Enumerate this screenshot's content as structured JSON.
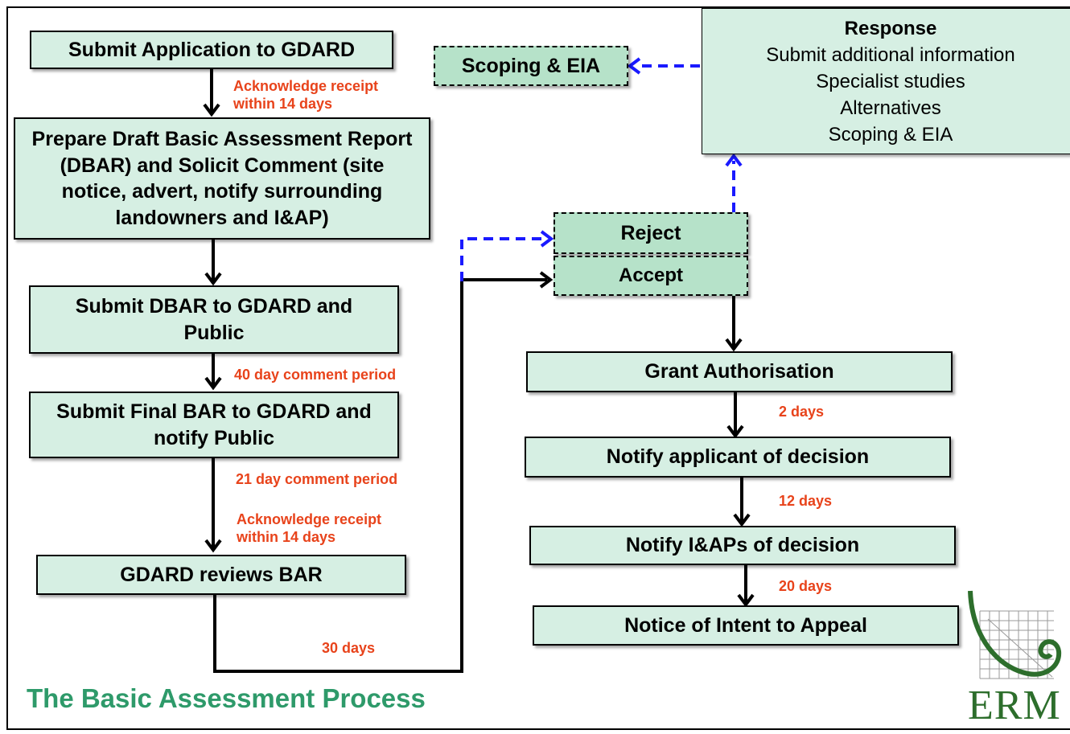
{
  "boxes": {
    "submit_application": "Submit Application to GDARD",
    "prepare_dbar": "Prepare Draft Basic Assessment Report (DBAR)  and Solicit Comment (site notice, advert, notify surrounding landowners and I&AP)",
    "submit_dbar": "Submit DBAR to GDARD and Public",
    "submit_final_bar": "Submit Final BAR to GDARD and notify Public",
    "gdard_reviews": "GDARD reviews BAR",
    "scoping_eia": "Scoping & EIA",
    "reject": "Reject",
    "accept": "Accept",
    "grant_authorisation": "Grant Authorisation",
    "notify_applicant": "Notify applicant of decision",
    "notify_iaps": "Notify I&APs of decision",
    "notice_appeal": "Notice of Intent to Appeal"
  },
  "response": {
    "heading": "Response",
    "items": [
      "Submit additional information",
      "Specialist studies",
      "Alternatives",
      "Scoping & EIA"
    ]
  },
  "notes": {
    "ack1_line1": "Acknowledge receipt",
    "ack1_line2": "within 14 days",
    "comment40": "40 day comment period",
    "comment21": "21 day comment period",
    "ack2_line1": "Acknowledge receipt",
    "ack2_line2": "within 14 days",
    "days30": "30 days",
    "days2": "2 days",
    "days12": "12 days",
    "days20": "20 days"
  },
  "title": "The Basic Assessment Process",
  "logo": {
    "text": "ERM",
    "icon": "erm-logo-icon"
  },
  "colors": {
    "box_fill": "#d6efe3",
    "dashed_box_fill": "#b6e2c9",
    "note": "#e8431b",
    "title": "#2e9a6a",
    "dashed_arrow": "#1a1aff"
  }
}
